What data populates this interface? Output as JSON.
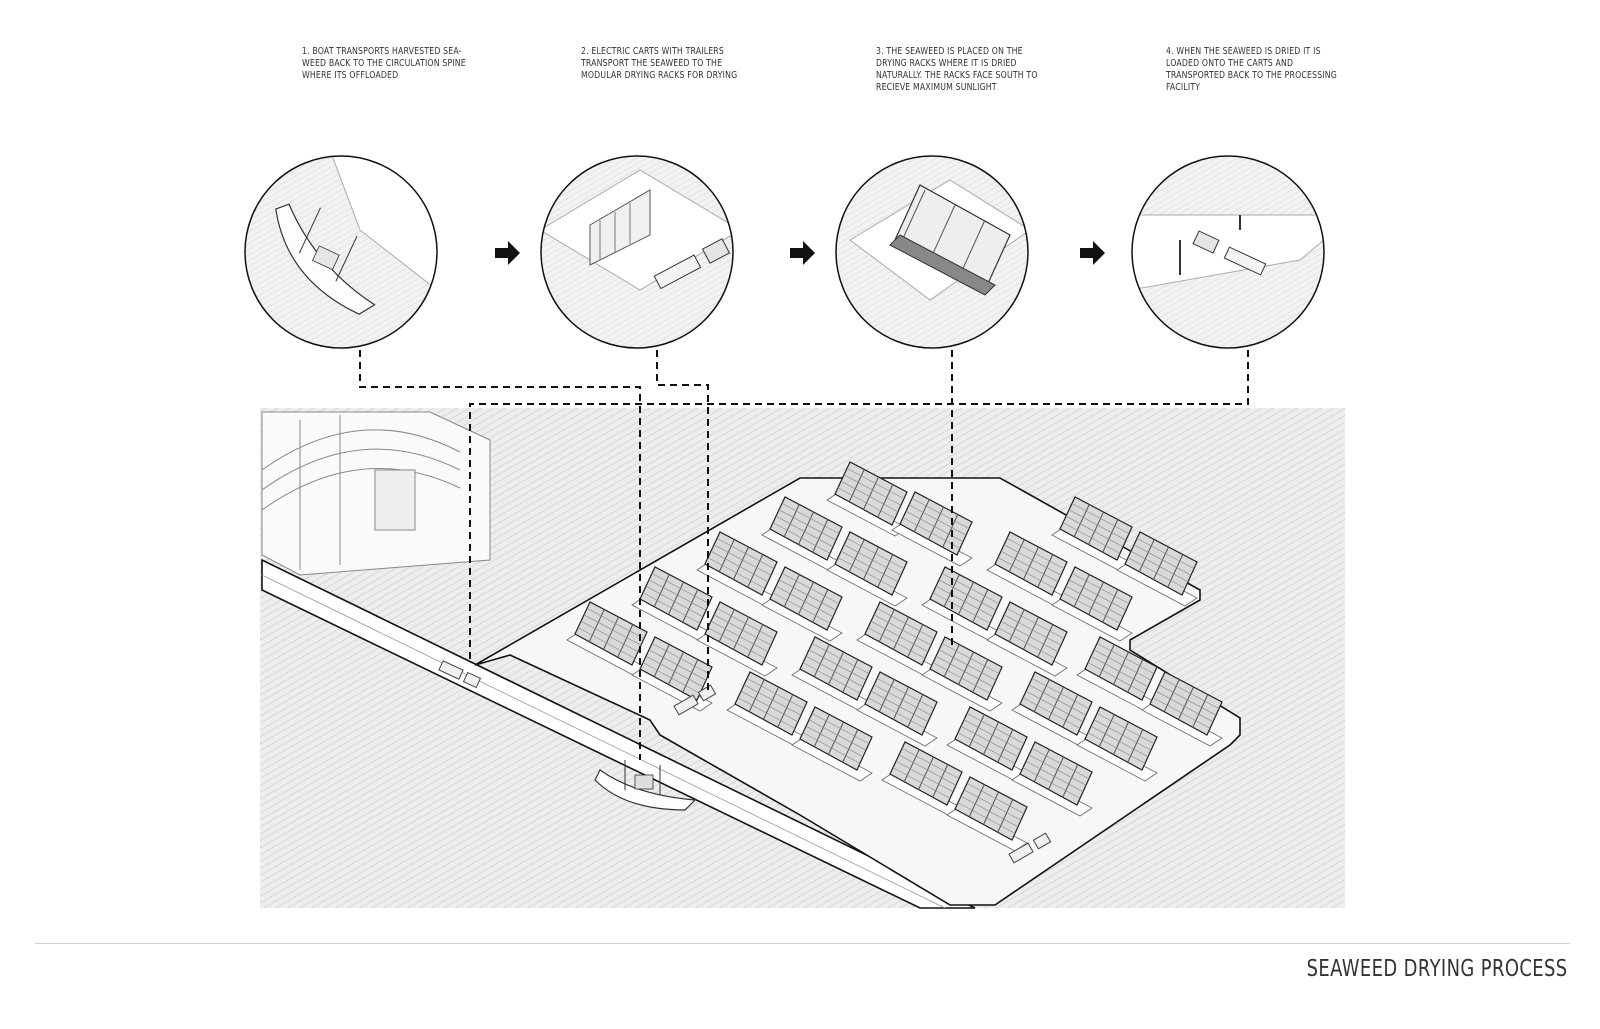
{
  "steps": [
    {
      "text": "1. BOAT TRANSPORTS HARVESTED SEA-WEED BACK TO THE CIRCULATION SPINE WHERE ITS OFFLOADED"
    },
    {
      "text": "2. ELECTRIC CARTS WITH TRAILERS TRANSPORT THE SEAWEED TO THE MODULAR DRYING RACKS FOR DRYING"
    },
    {
      "text": "3. THE SEAWEED IS PLACED ON THE DRYING RACKS WHERE IT IS DRIED NATURALLY. THE RACKS FACE SOUTH TO RECIEVE MAXIMUM SUNLIGHT"
    },
    {
      "text": "4. WHEN THE SEAWEED IS DRIED IT IS LOADED ONTO THE CARTS AND TRANSPORTED BACK TO THE PROCESSING FACILITY"
    }
  ],
  "title": "SEAWEED DRYING PROCESS",
  "colors": {
    "line": "#111111",
    "water": "#e6e6e6",
    "hatch": "#c9c9c9",
    "rack": "#555555"
  }
}
